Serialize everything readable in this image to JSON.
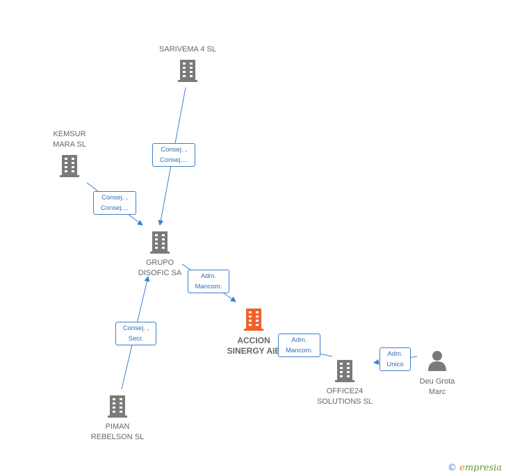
{
  "nodes": {
    "sarivema": {
      "label": "SARIVEMA 4 SL",
      "kind": "company"
    },
    "kemsur": {
      "label": "KEMSUR\nMARA SL",
      "kind": "company"
    },
    "grupo": {
      "label": "GRUPO\nDISOFIC SA",
      "kind": "company"
    },
    "accion": {
      "label": "ACCION\nSINERGY AIE",
      "kind": "company-main"
    },
    "piman": {
      "label": "PIMAN\nREBELSON  SL",
      "kind": "company"
    },
    "office24": {
      "label": "OFFICE24\nSOLUTIONS SL",
      "kind": "company"
    },
    "deu": {
      "label": "Deu Grota\nMarc",
      "kind": "person"
    }
  },
  "edges": {
    "sarivema_grupo": "Consej. ,\nConsej....",
    "kemsur_grupo": "Consej. ,\nConsej....",
    "grupo_accion": "Adm.\nMancom.",
    "piman_grupo": "Consej. ,\nSecr.",
    "office24_accion": "Adm.\nMancom.",
    "deu_office24": "Adm.\nUnico"
  },
  "colors": {
    "company": "#7a7a7a",
    "company_main": "#f0622d",
    "edge": "#3a7fcb",
    "edge_text": "#2f6eb8"
  },
  "icons": {
    "company": "building-icon",
    "person": "person-icon"
  },
  "brand": {
    "symbol": "©",
    "initial": "e",
    "name": "mpresia"
  }
}
